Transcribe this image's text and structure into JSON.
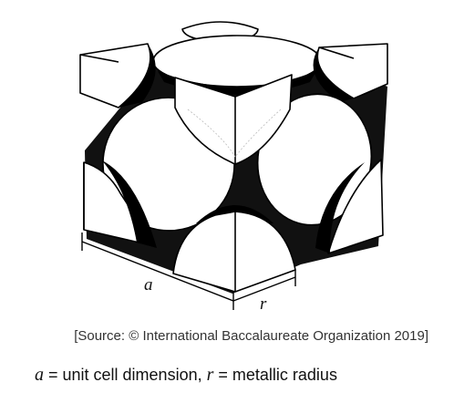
{
  "diagram": {
    "edge_label_a": "a",
    "edge_label_r": "r"
  },
  "source": "[Source: © International Baccalaureate Organization 2019]",
  "legend": {
    "a_symbol": "a",
    "a_text": " = unit cell dimension, ",
    "r_symbol": "r",
    "r_text": " = metallic radius"
  }
}
